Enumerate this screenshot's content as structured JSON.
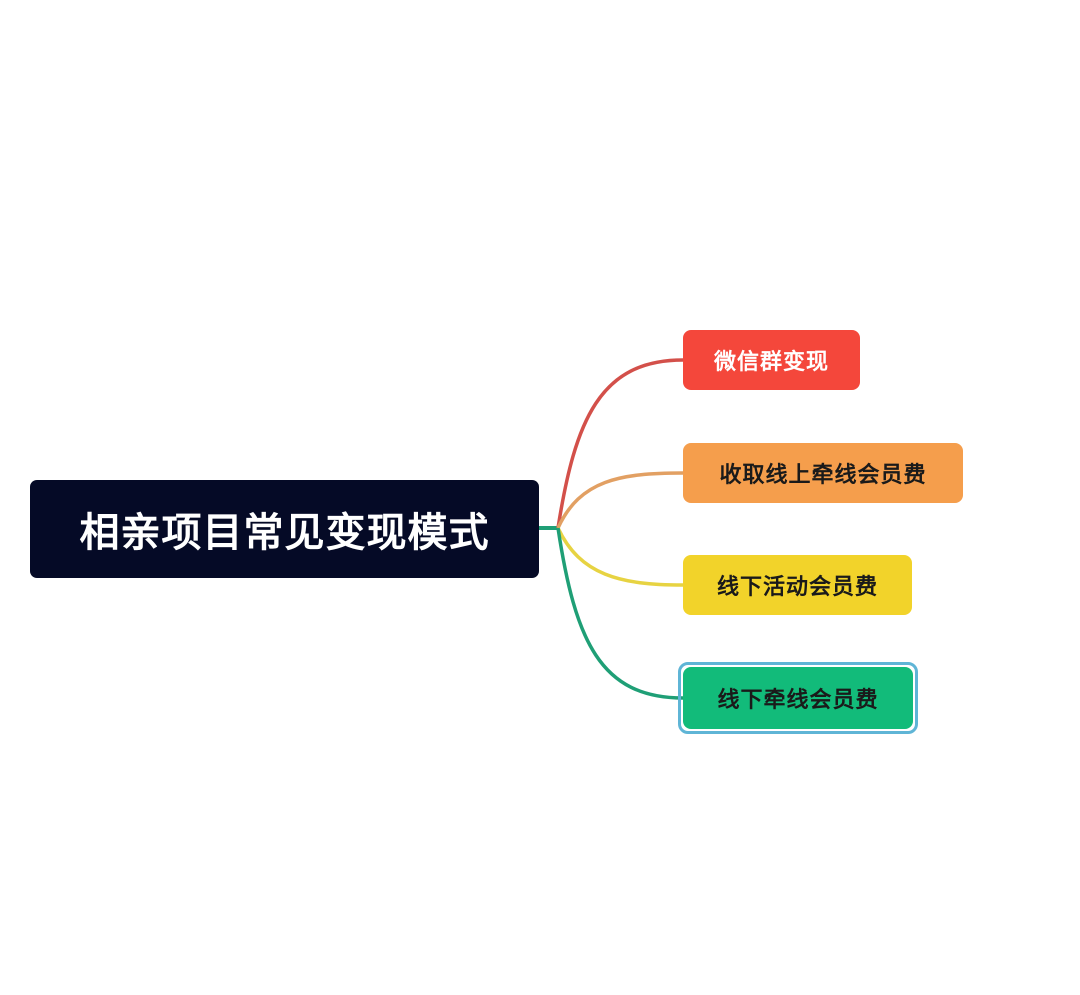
{
  "diagram": {
    "type": "mindmap",
    "root": {
      "label": "相亲项目常见变现模式",
      "color": "#050a26",
      "text_color": "#ffffff"
    },
    "branches": [
      {
        "label": "微信群变现",
        "color": "#f4473b",
        "edge_color": "#d3504a",
        "text_color": "#ffffff"
      },
      {
        "label": "收取线上牵线会员费",
        "color": "#f59e4c",
        "edge_color": "#e2a063",
        "text_color": "#1a1a1a"
      },
      {
        "label": "线下活动会员费",
        "color": "#f2d32a",
        "edge_color": "#e7d342",
        "text_color": "#1a1a1a"
      },
      {
        "label": "线下牵线会员费",
        "color": "#12bb7a",
        "edge_color": "#1f9f76",
        "text_color": "#1a1a1a",
        "selected": true
      }
    ]
  }
}
